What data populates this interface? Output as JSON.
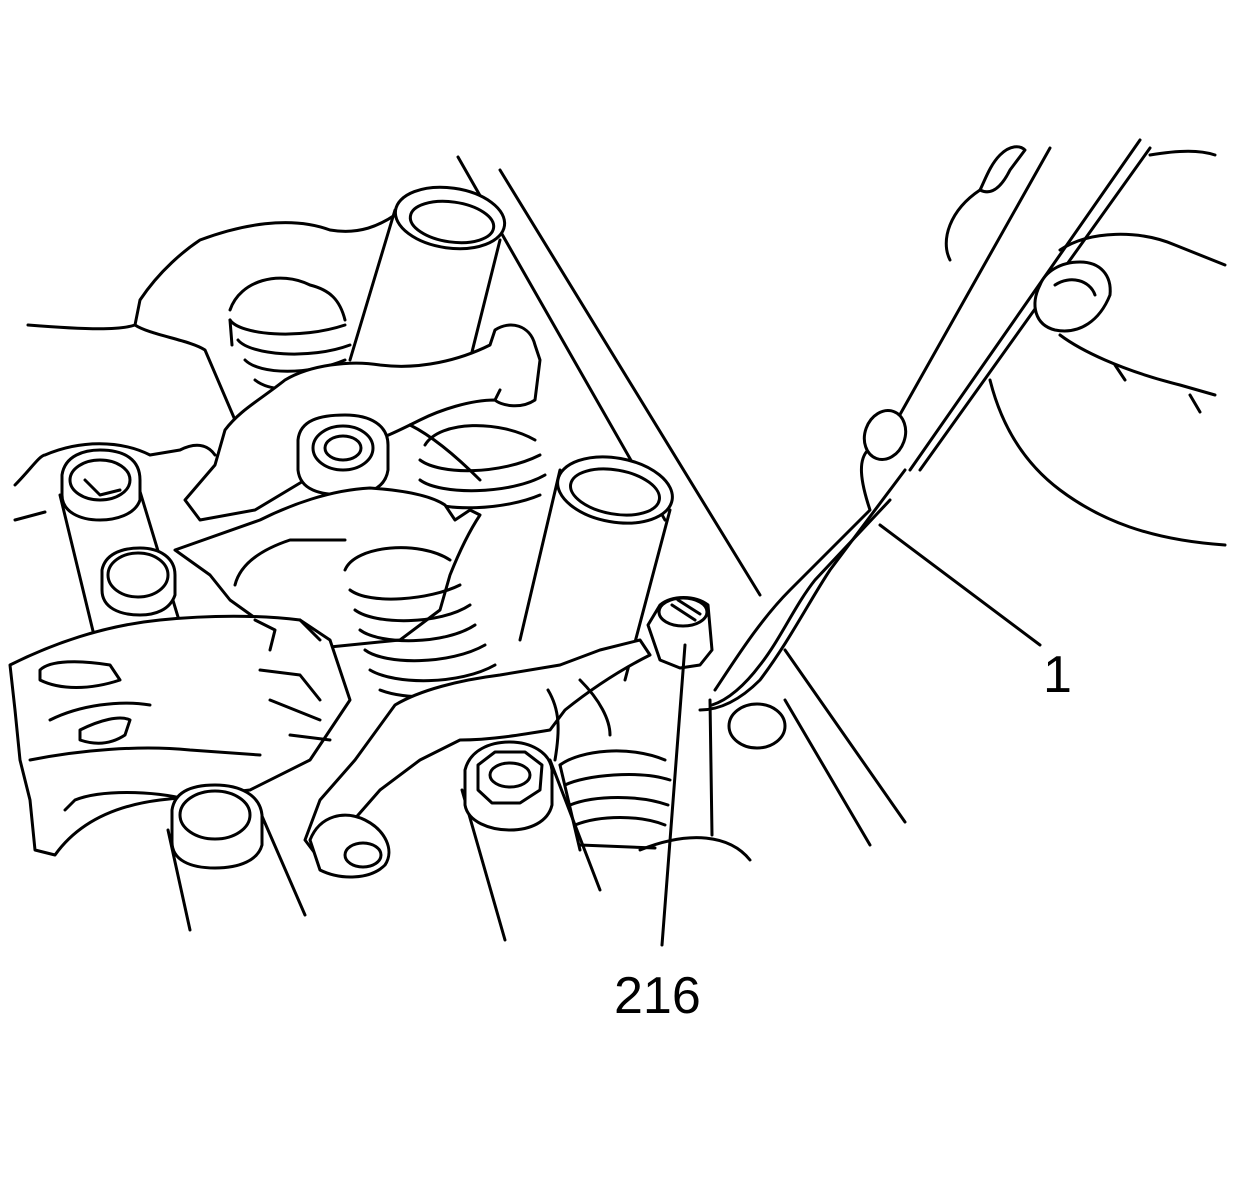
{
  "callouts": [
    {
      "id": "1",
      "label": "1"
    },
    {
      "id": "216",
      "label": "216"
    }
  ],
  "colors": {
    "ink": "#000000",
    "background": "#ffffff"
  }
}
